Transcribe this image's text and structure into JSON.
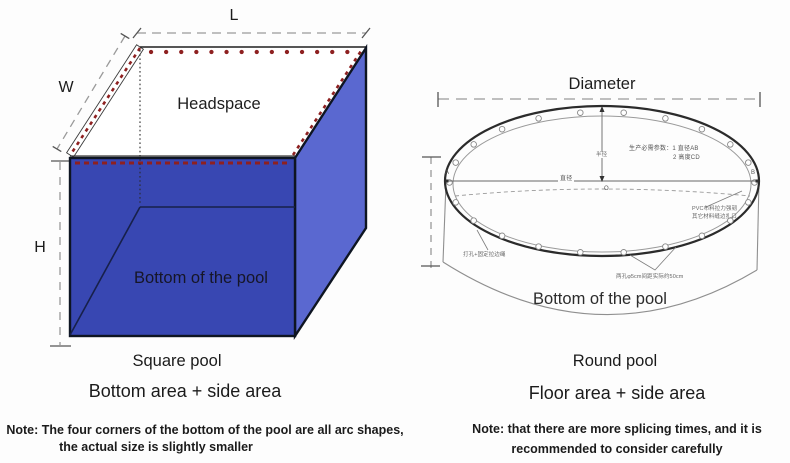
{
  "colors": {
    "pool_blue": "#3847b2",
    "pool_blue_light": "#5a68d0",
    "grommet_red": "#8e2020",
    "edge_dark": "#0e1522"
  },
  "square_pool": {
    "dim_l": "L",
    "dim_w": "W",
    "dim_h": "H",
    "headspace_label": "Headspace",
    "bottom_label": "Bottom of the pool",
    "title": "Square pool",
    "formula": "Bottom area + side area",
    "note_line1": "Note: The four corners of the bottom of the pool are all arc shapes,",
    "note_line2": "the actual size is slightly smaller"
  },
  "round_pool": {
    "diameter_label": "Diameter",
    "bottom_label": "Bottom of the pool",
    "title": "Round pool",
    "formula": "Floor area + side area",
    "note_line1": "Note: that there are more splicing times, and it is",
    "note_line2": "recommended to consider carefully",
    "annotations": {
      "params_line1": "生产必需参数：1 直径AB",
      "params_line2": "2 高度CD",
      "radius_label": "半径",
      "diameter_line_label": "直径",
      "point_a": "A",
      "point_b": "B",
      "point_o": "O",
      "grommet_note": "打孔+固定拉边绳",
      "pvc_note_line1": "PVC布料拉力强韧",
      "pvc_note_line2": "其它材料缝边扎口",
      "spacing_note": "两孔φ5cm间距实际约50cm"
    }
  }
}
